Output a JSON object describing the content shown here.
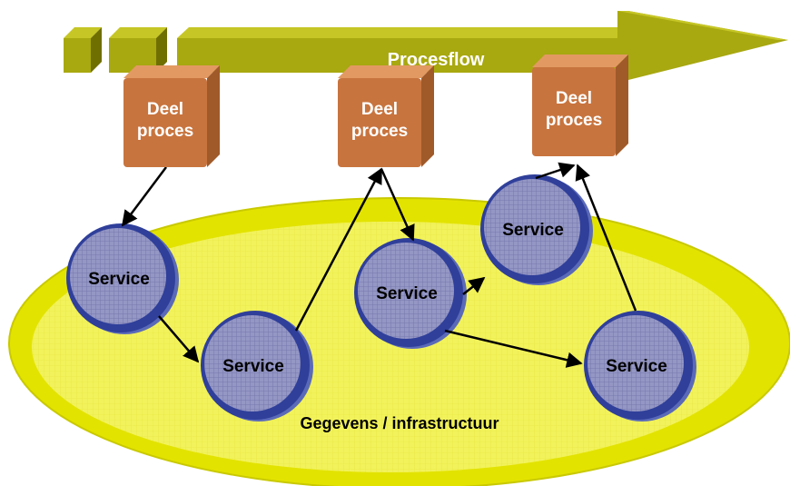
{
  "process_flow": {
    "label": "Procesflow",
    "colors": {
      "top": "#c2c21a",
      "front": "#a3a310",
      "side": "#6f6f00",
      "text": "#ffffff"
    }
  },
  "sub_processes": [
    {
      "id": "p1",
      "line1": "Deel",
      "line2": "proces"
    },
    {
      "id": "p2",
      "line1": "Deel",
      "line2": "proces"
    },
    {
      "id": "p3",
      "line1": "Deel",
      "line2": "proces"
    }
  ],
  "services": [
    {
      "id": "s1",
      "label": "Service"
    },
    {
      "id": "s2",
      "label": "Service"
    },
    {
      "id": "s3",
      "label": "Service"
    },
    {
      "id": "s4",
      "label": "Service"
    },
    {
      "id": "s5",
      "label": "Service"
    }
  ],
  "infrastructure": {
    "label": "Gegevens / infrastructuur"
  },
  "connections": [
    {
      "from": "p1",
      "to": "s1"
    },
    {
      "from": "s1",
      "to": "s2"
    },
    {
      "from": "s2",
      "to": "p2"
    },
    {
      "from": "p2",
      "to": "s3"
    },
    {
      "from": "s3",
      "to": "s4"
    },
    {
      "from": "s4",
      "to": "p3"
    },
    {
      "from": "s3",
      "to": "s5"
    },
    {
      "from": "s5",
      "to": "p3"
    }
  ],
  "colors": {
    "box_front": "#c8743e",
    "box_top": "#e29a62",
    "box_side": "#a05a2a",
    "service_ring": "#2f3f9a",
    "service_fill": "#8d8fbe",
    "ellipse_outer": "#e2e200",
    "ellipse_inner": "#f5f56a",
    "arrow": "#000000"
  }
}
